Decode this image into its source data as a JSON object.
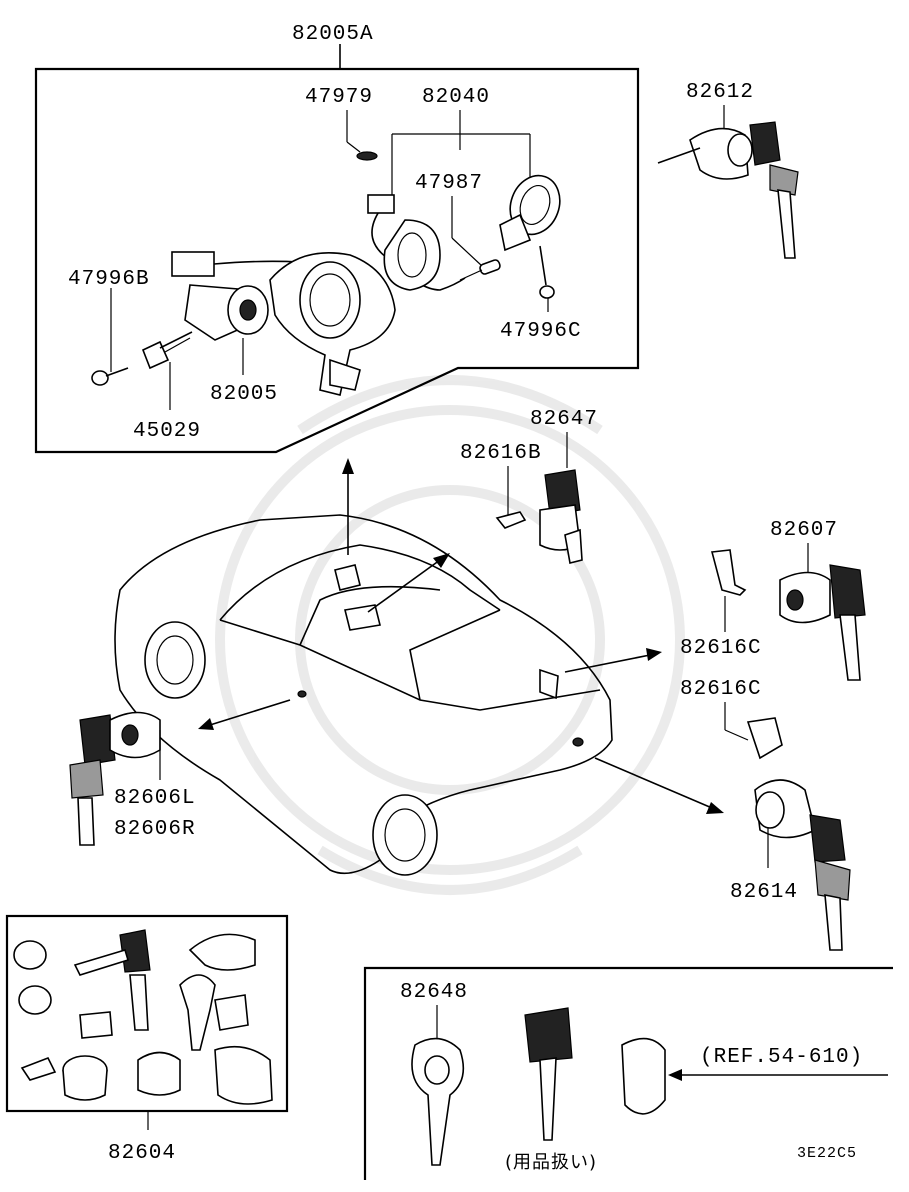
{
  "labels": {
    "assembly_top": "82005A",
    "part_47979": "47979",
    "part_82040": "82040",
    "part_47987": "47987",
    "part_47996B": "47996B",
    "part_47996C": "47996C",
    "part_82005": "82005",
    "part_45029": "45029",
    "part_82612": "82612",
    "part_82647": "82647",
    "part_82616B": "82616B",
    "part_82607": "82607",
    "part_82616C_a": "82616C",
    "part_82616C_b": "82616C",
    "part_82606L": "82606L",
    "part_82606R": "82606R",
    "part_82614": "82614",
    "part_82604": "82604",
    "part_82648": "82648",
    "reference": "(REF.54-610)",
    "accessory_note": "(用品扱い)",
    "diagram_code": "3E22C5"
  }
}
